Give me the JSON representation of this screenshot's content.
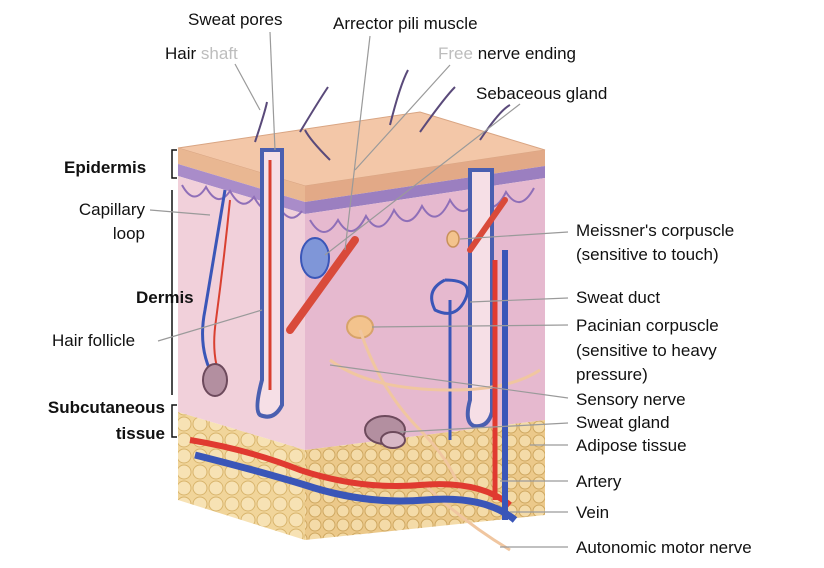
{
  "diagram": {
    "labels": {
      "sweat_pores": "Sweat pores",
      "arrector_pili_muscle": "Arrector pili muscle",
      "hair_shaft_a": "Hair",
      "hair_shaft_b": "shaft",
      "free_nerve_a": "Free",
      "free_nerve_b": "nerve ending",
      "sebaceous_gland": "Sebaceous gland",
      "epidermis": "Epidermis",
      "capillary_loop_1": "Capillary",
      "capillary_loop_2": "loop",
      "dermis": "Dermis",
      "hair_follicle": "Hair follicle",
      "subcutaneous_1": "Subcutaneous",
      "subcutaneous_2": "tissue",
      "meissner_1": "Meissner's corpuscle",
      "meissner_2": "(sensitive to touch)",
      "sweat_duct": "Sweat duct",
      "pacinian_1": "Pacinian corpuscle",
      "pacinian_2": "(sensitive to heavy",
      "pacinian_3": "pressure)",
      "sensory_nerve": "Sensory nerve",
      "sweat_gland": "Sweat gland",
      "adipose_tissue": "Adipose tissue",
      "artery": "Artery",
      "vein": "Vein",
      "autonomic_motor_nerve": "Autonomic motor nerve"
    },
    "colors": {
      "epidermis_top": "#f3c7a8",
      "epidermis_band": "#a98cc9",
      "dermis": "#f1d0da",
      "dermis_side": "#e6b9cf",
      "subcutaneous": "#f1d59a",
      "artery": "#e03a30",
      "vein": "#3a56b8",
      "nerve": "#f0c6a0",
      "leader": "#9a9a9a"
    }
  }
}
